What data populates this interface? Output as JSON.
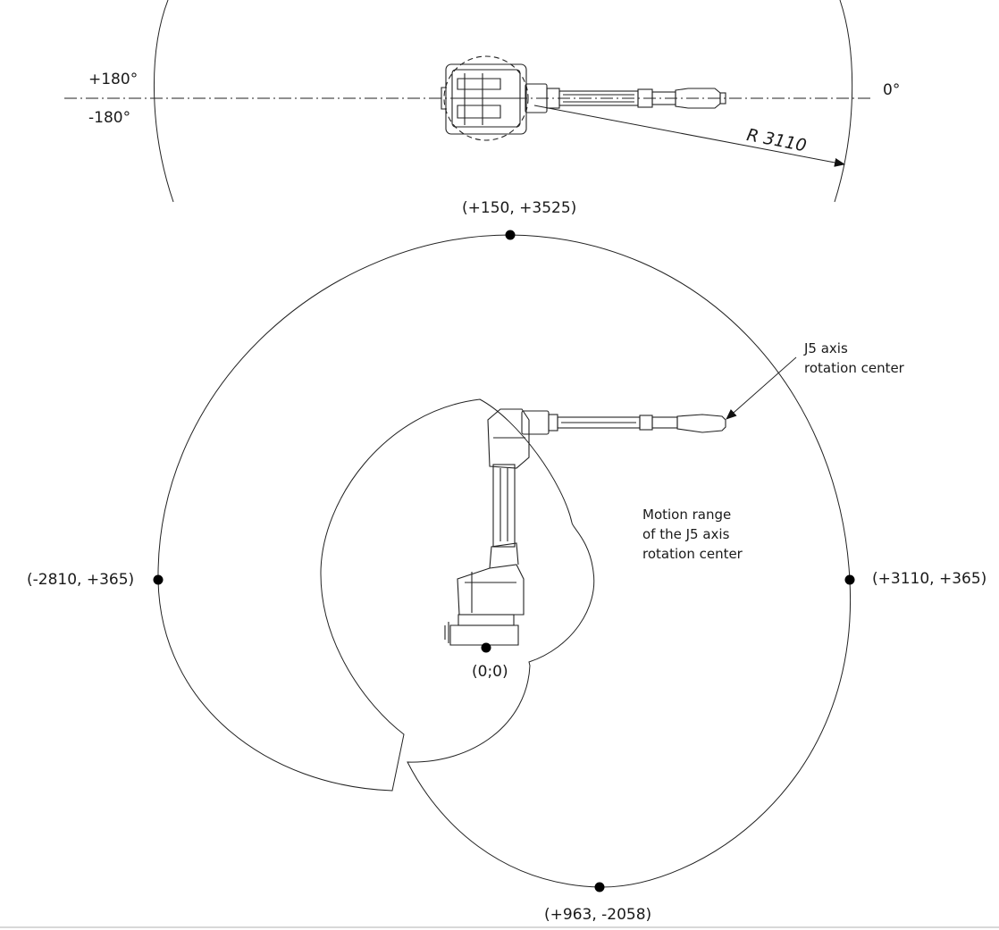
{
  "top_view": {
    "angle_pos180": "+180°",
    "angle_neg180": "-180°",
    "angle_zero": "0°",
    "radius_label": "R 3110"
  },
  "side_view": {
    "points": {
      "top": "(+150, +3525)",
      "left": "(-2810, +365)",
      "right": "(+3110, +365)",
      "origin": "(0;0)",
      "bottom": "(+963, -2058)"
    },
    "j5_note": [
      "J5 axis",
      "rotation center"
    ],
    "motion_note": [
      "Motion range",
      "of the J5 axis",
      "rotation center"
    ]
  }
}
